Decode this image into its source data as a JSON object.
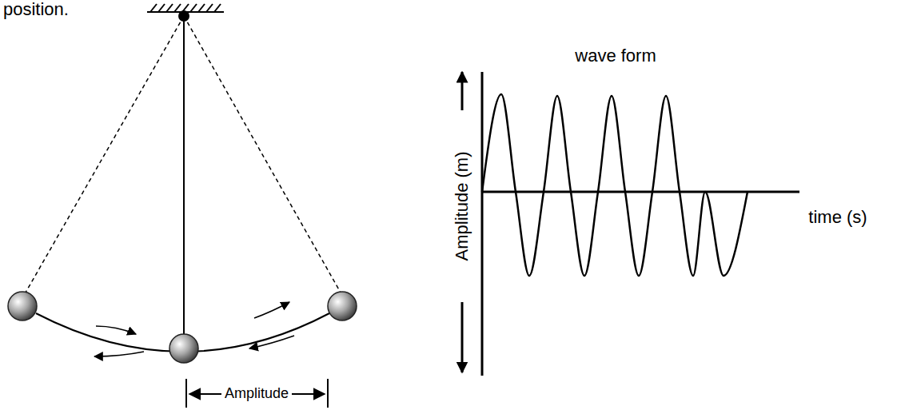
{
  "diagram": {
    "labels": [
      "position.",
      "Amplitude",
      "wave form",
      "Amplitude (m)",
      "time (s)"
    ]
  }
}
